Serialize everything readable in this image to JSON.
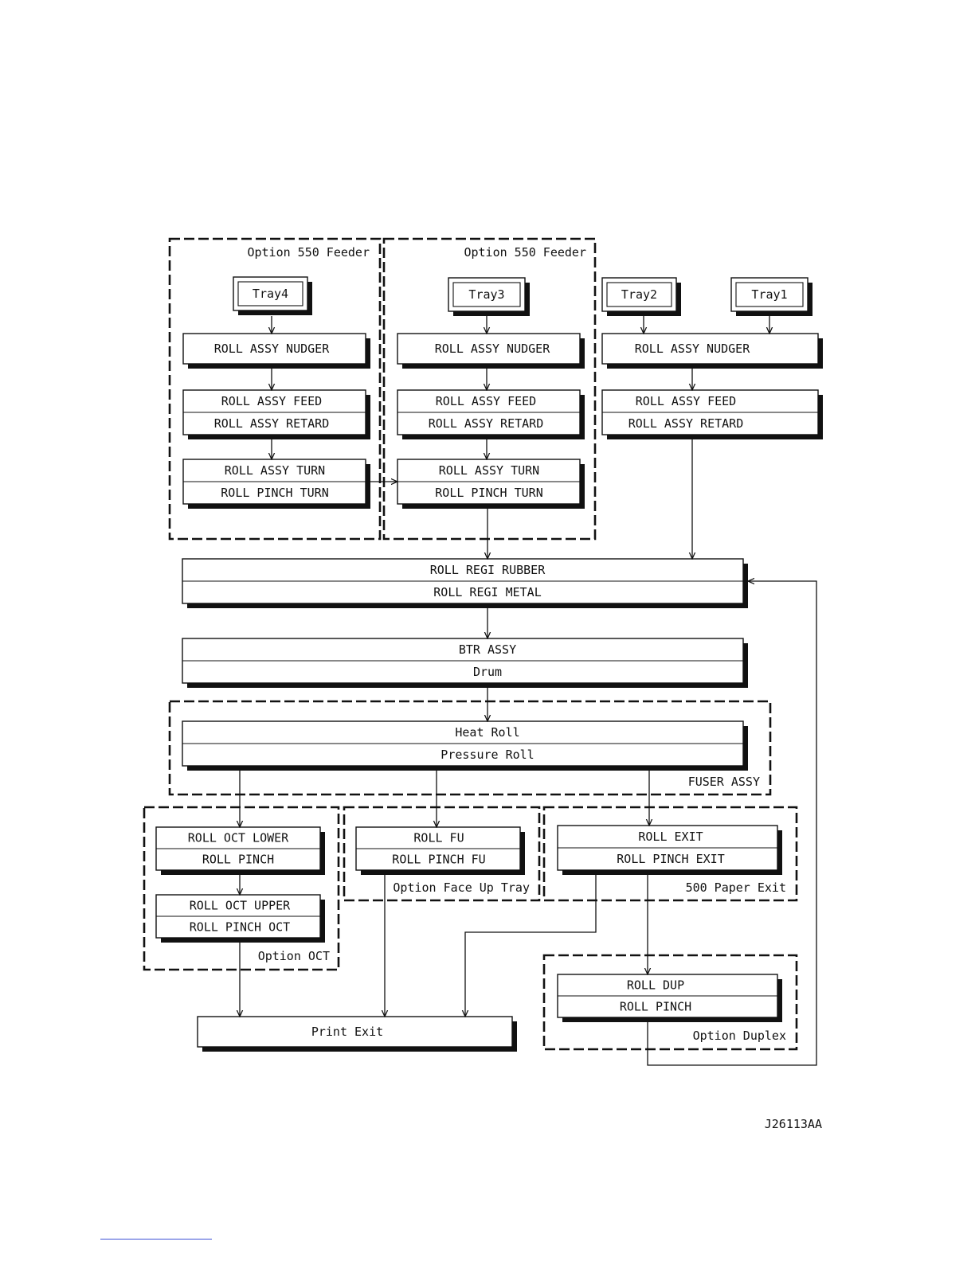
{
  "colors": {
    "ink": "#111111",
    "paper": "#ffffff",
    "footer_rule": "#3b50d6"
  },
  "groups": {
    "feeder_left": "Option 550 Feeder",
    "feeder_right": "Option 550 Feeder",
    "fuser": "FUSER ASSY",
    "oct": "Option OCT",
    "face_up": "Option Face Up Tray",
    "paper_exit": "500 Paper Exit",
    "duplex": "Option Duplex"
  },
  "trays": {
    "tray4": "Tray4",
    "tray3": "Tray3",
    "tray2": "Tray2",
    "tray1": "Tray1"
  },
  "blocks": {
    "nudger_4": [
      "ROLL ASSY NUDGER"
    ],
    "feed_4": [
      "ROLL ASSY FEED",
      "ROLL ASSY RETARD"
    ],
    "turn_4": [
      "ROLL ASSY TURN",
      "ROLL PINCH TURN"
    ],
    "nudger_3": [
      "ROLL ASSY NUDGER"
    ],
    "feed_3": [
      "ROLL ASSY FEED",
      "ROLL ASSY RETARD"
    ],
    "turn_3": [
      "ROLL ASSY TURN",
      "ROLL PINCH TURN"
    ],
    "nudger_12": [
      "ROLL ASSY NUDGER"
    ],
    "feed_12": [
      "ROLL ASSY FEED",
      "ROLL ASSY RETARD"
    ],
    "regi": [
      "ROLL REGI RUBBER",
      "ROLL REGI METAL"
    ],
    "btr": [
      "BTR ASSY",
      "Drum"
    ],
    "fuser": [
      "Heat Roll",
      "Pressure Roll"
    ],
    "oct_lower": [
      "ROLL OCT LOWER",
      "ROLL PINCH"
    ],
    "oct_upper": [
      "ROLL OCT UPPER",
      "ROLL PINCH OCT"
    ],
    "fu": [
      "ROLL FU",
      "ROLL PINCH FU"
    ],
    "exit": [
      "ROLL EXIT",
      "ROLL PINCH EXIT"
    ],
    "dup": [
      "ROLL DUP",
      "ROLL PINCH"
    ],
    "print_exit": [
      "Print Exit"
    ]
  },
  "figure_id": "J26113AA"
}
